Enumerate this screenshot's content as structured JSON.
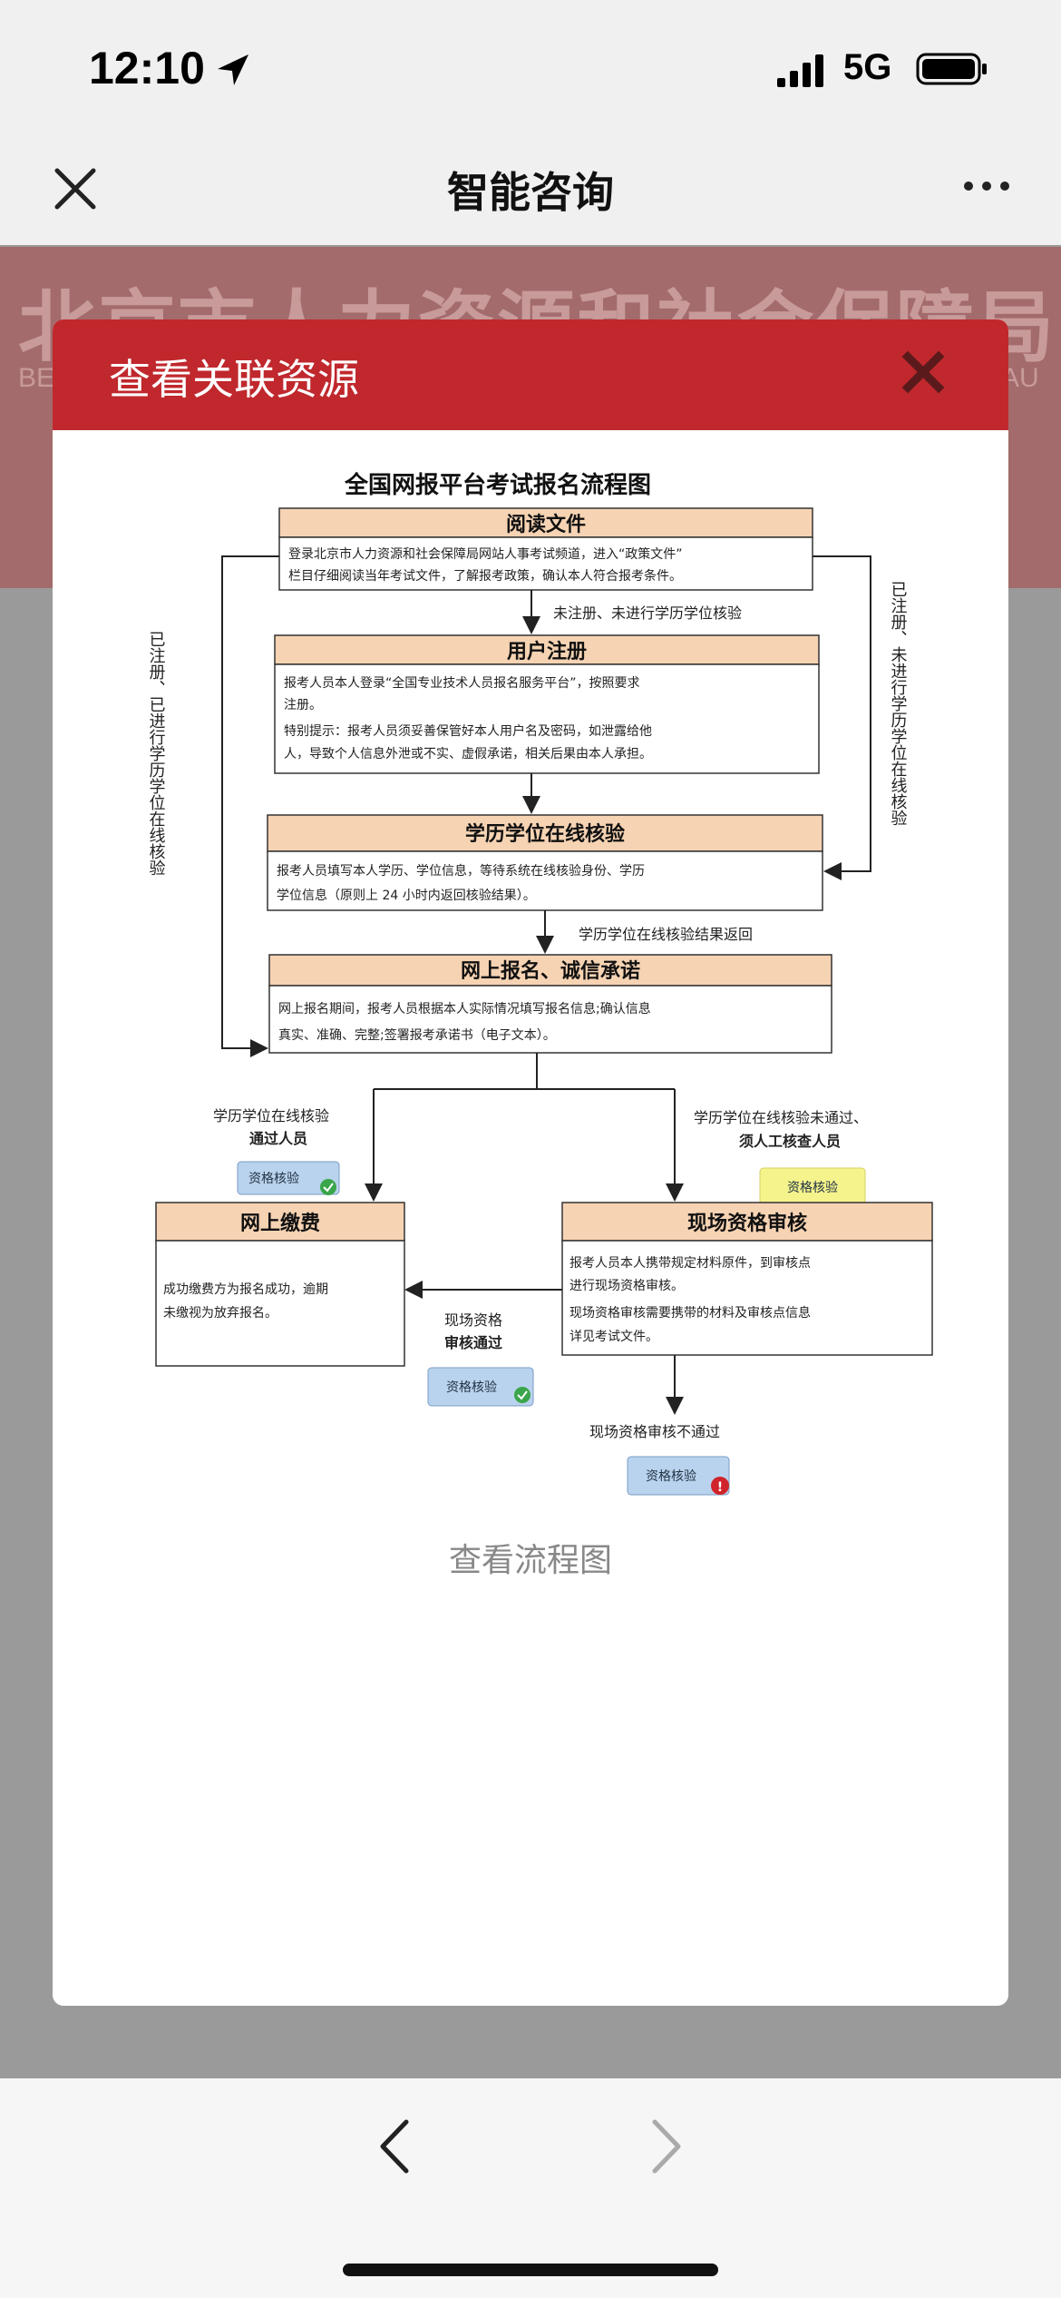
{
  "status": {
    "time": "12:10",
    "network": "5G"
  },
  "nav": {
    "title": "智能咨询"
  },
  "banner": {
    "title": "北京市人力资源和社会保障局",
    "subtitle": "BE",
    "subtitle_right": "AU"
  },
  "modal": {
    "title": "查看关联资源",
    "link": "查看流程图"
  },
  "flowchart": {
    "title": "全国网报平台考试报名流程图",
    "step1_title": "阅读文件",
    "step1_line1": "登录北京市人力资源和社会保障局网站人事考试频道，进入“政策文件”",
    "step1_line2": "栏目仔细阅读当年考试文件，了解报考政策，确认本人符合报考条件。",
    "label_unregistered": "未注册、未进行学历学位核验",
    "step2_title": "用户注册",
    "step2_line1": "报考人员本人登录“全国专业技术人员报名服务平台”，按照要求",
    "step2_line2": "注册。",
    "step2_line3": "特别提示：报考人员须妥善保管好本人用户名及密码，如泄露给他",
    "step2_line4": "人，导致个人信息外泄或不实、虚假承诺，相关后果由本人承担。",
    "step3_title": "学历学位在线核验",
    "step3_line1": "报考人员填写本人学历、学位信息，等待系统在线核验身份、学历",
    "step3_line2": "学位信息（原则上 24 小时内返回核验结果）。",
    "label_returned": "学历学位在线核验结果返回",
    "step4_title": "网上报名、诚信承诺",
    "step4_line1": "网上报名期间，报考人员根据本人实际情况填写报名信息;确认信息",
    "step4_line2": "真实、准确、完整;签署报考承诺书（电子文本）。",
    "side_left": "已注册、已进行学历学位在线核验",
    "side_right": "已注册、未进行学历学位在线核验",
    "label_passed_1": "学历学位在线核验",
    "label_passed_2": "通过人员",
    "label_failed_1": "学历学位在线核验未通过、",
    "label_failed_2": "须人工核查人员",
    "badge": "资格核验",
    "step5_title": "网上缴费",
    "step5_line1": "成功缴费方为报名成功，逾期",
    "step5_line2": "未缴视为放弃报名。",
    "step6_title": "现场资格审核",
    "step6_line1": "报考人员本人携带规定材料原件，到审核点",
    "step6_line2": "进行现场资格审核。",
    "step6_line3": "现场资格审核需要携带的材料及审核点信息",
    "step6_line4": "详见考试文件。",
    "label_site_pass_1": "现场资格",
    "label_site_pass_2": "审核通过",
    "label_site_fail": "现场资格审核不通过"
  },
  "colors": {
    "header_red": "#c0282d",
    "box_peach": "#f6d3b3"
  }
}
